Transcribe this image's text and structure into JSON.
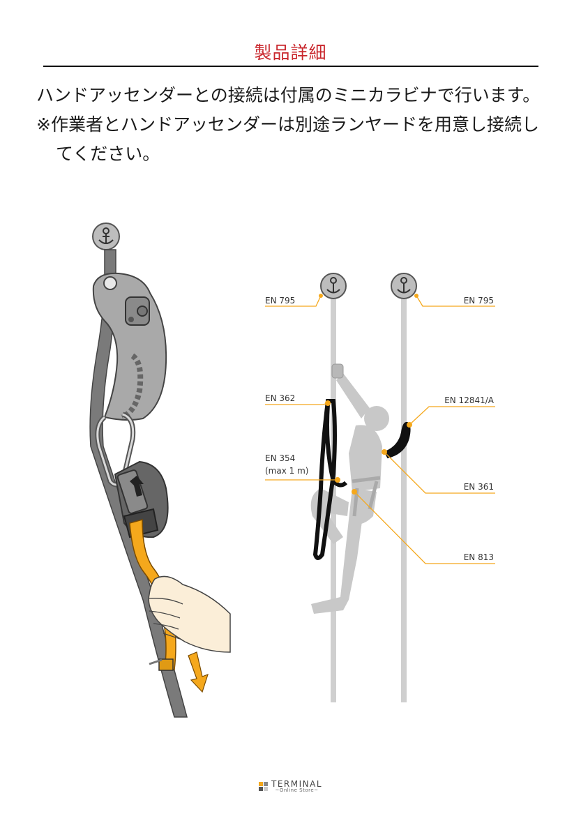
{
  "header": {
    "title": "製品詳細"
  },
  "description": {
    "line1": "ハンドアッセンダーとの接続は付属のミニカラビナで行います。",
    "note": "※作業者とハンドアッセンダーは別途ランヤードを用意し接続してください。"
  },
  "diagram": {
    "labels": {
      "en795_left": "EN 795",
      "en795_right": "EN 795",
      "en362": "EN 362",
      "en354": "EN 354",
      "en354_note": "(max 1 m)",
      "en12841": "EN 12841/A",
      "en361": "EN 361",
      "en813": "EN 813"
    },
    "colors": {
      "accent": "#f5a81c",
      "rope": "#cccccc",
      "device": "#a9a9a9",
      "figure": "#c8c8c8",
      "lanyard": "#111111"
    }
  },
  "footer": {
    "brand": "TERMINAL",
    "sub": "~Online Store~"
  }
}
